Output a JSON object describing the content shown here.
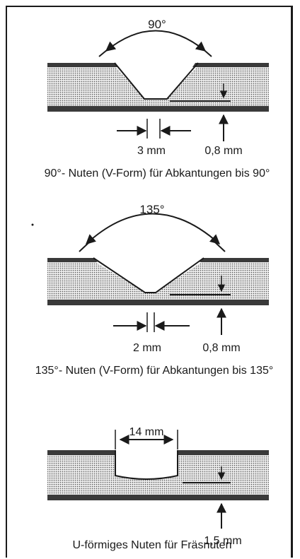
{
  "diagrams": [
    {
      "angle": "90°",
      "gap": "3 mm",
      "depth": "0,8 mm",
      "caption": "90°- Nuten (V-Form) für Abkantungen bis 90°"
    },
    {
      "angle": "135°",
      "gap": "2 mm",
      "depth": "0,8 mm",
      "caption": "135°- Nuten (V-Form) für Abkantungen bis 135°"
    },
    {
      "width": "14 mm",
      "depth": "1,5 mm",
      "caption": "U-förmiges Nuten für Fräsnuten"
    }
  ],
  "colors": {
    "ink": "#1a1a1a",
    "panel": "#3a3a3a",
    "core": "#e6e6e6"
  }
}
